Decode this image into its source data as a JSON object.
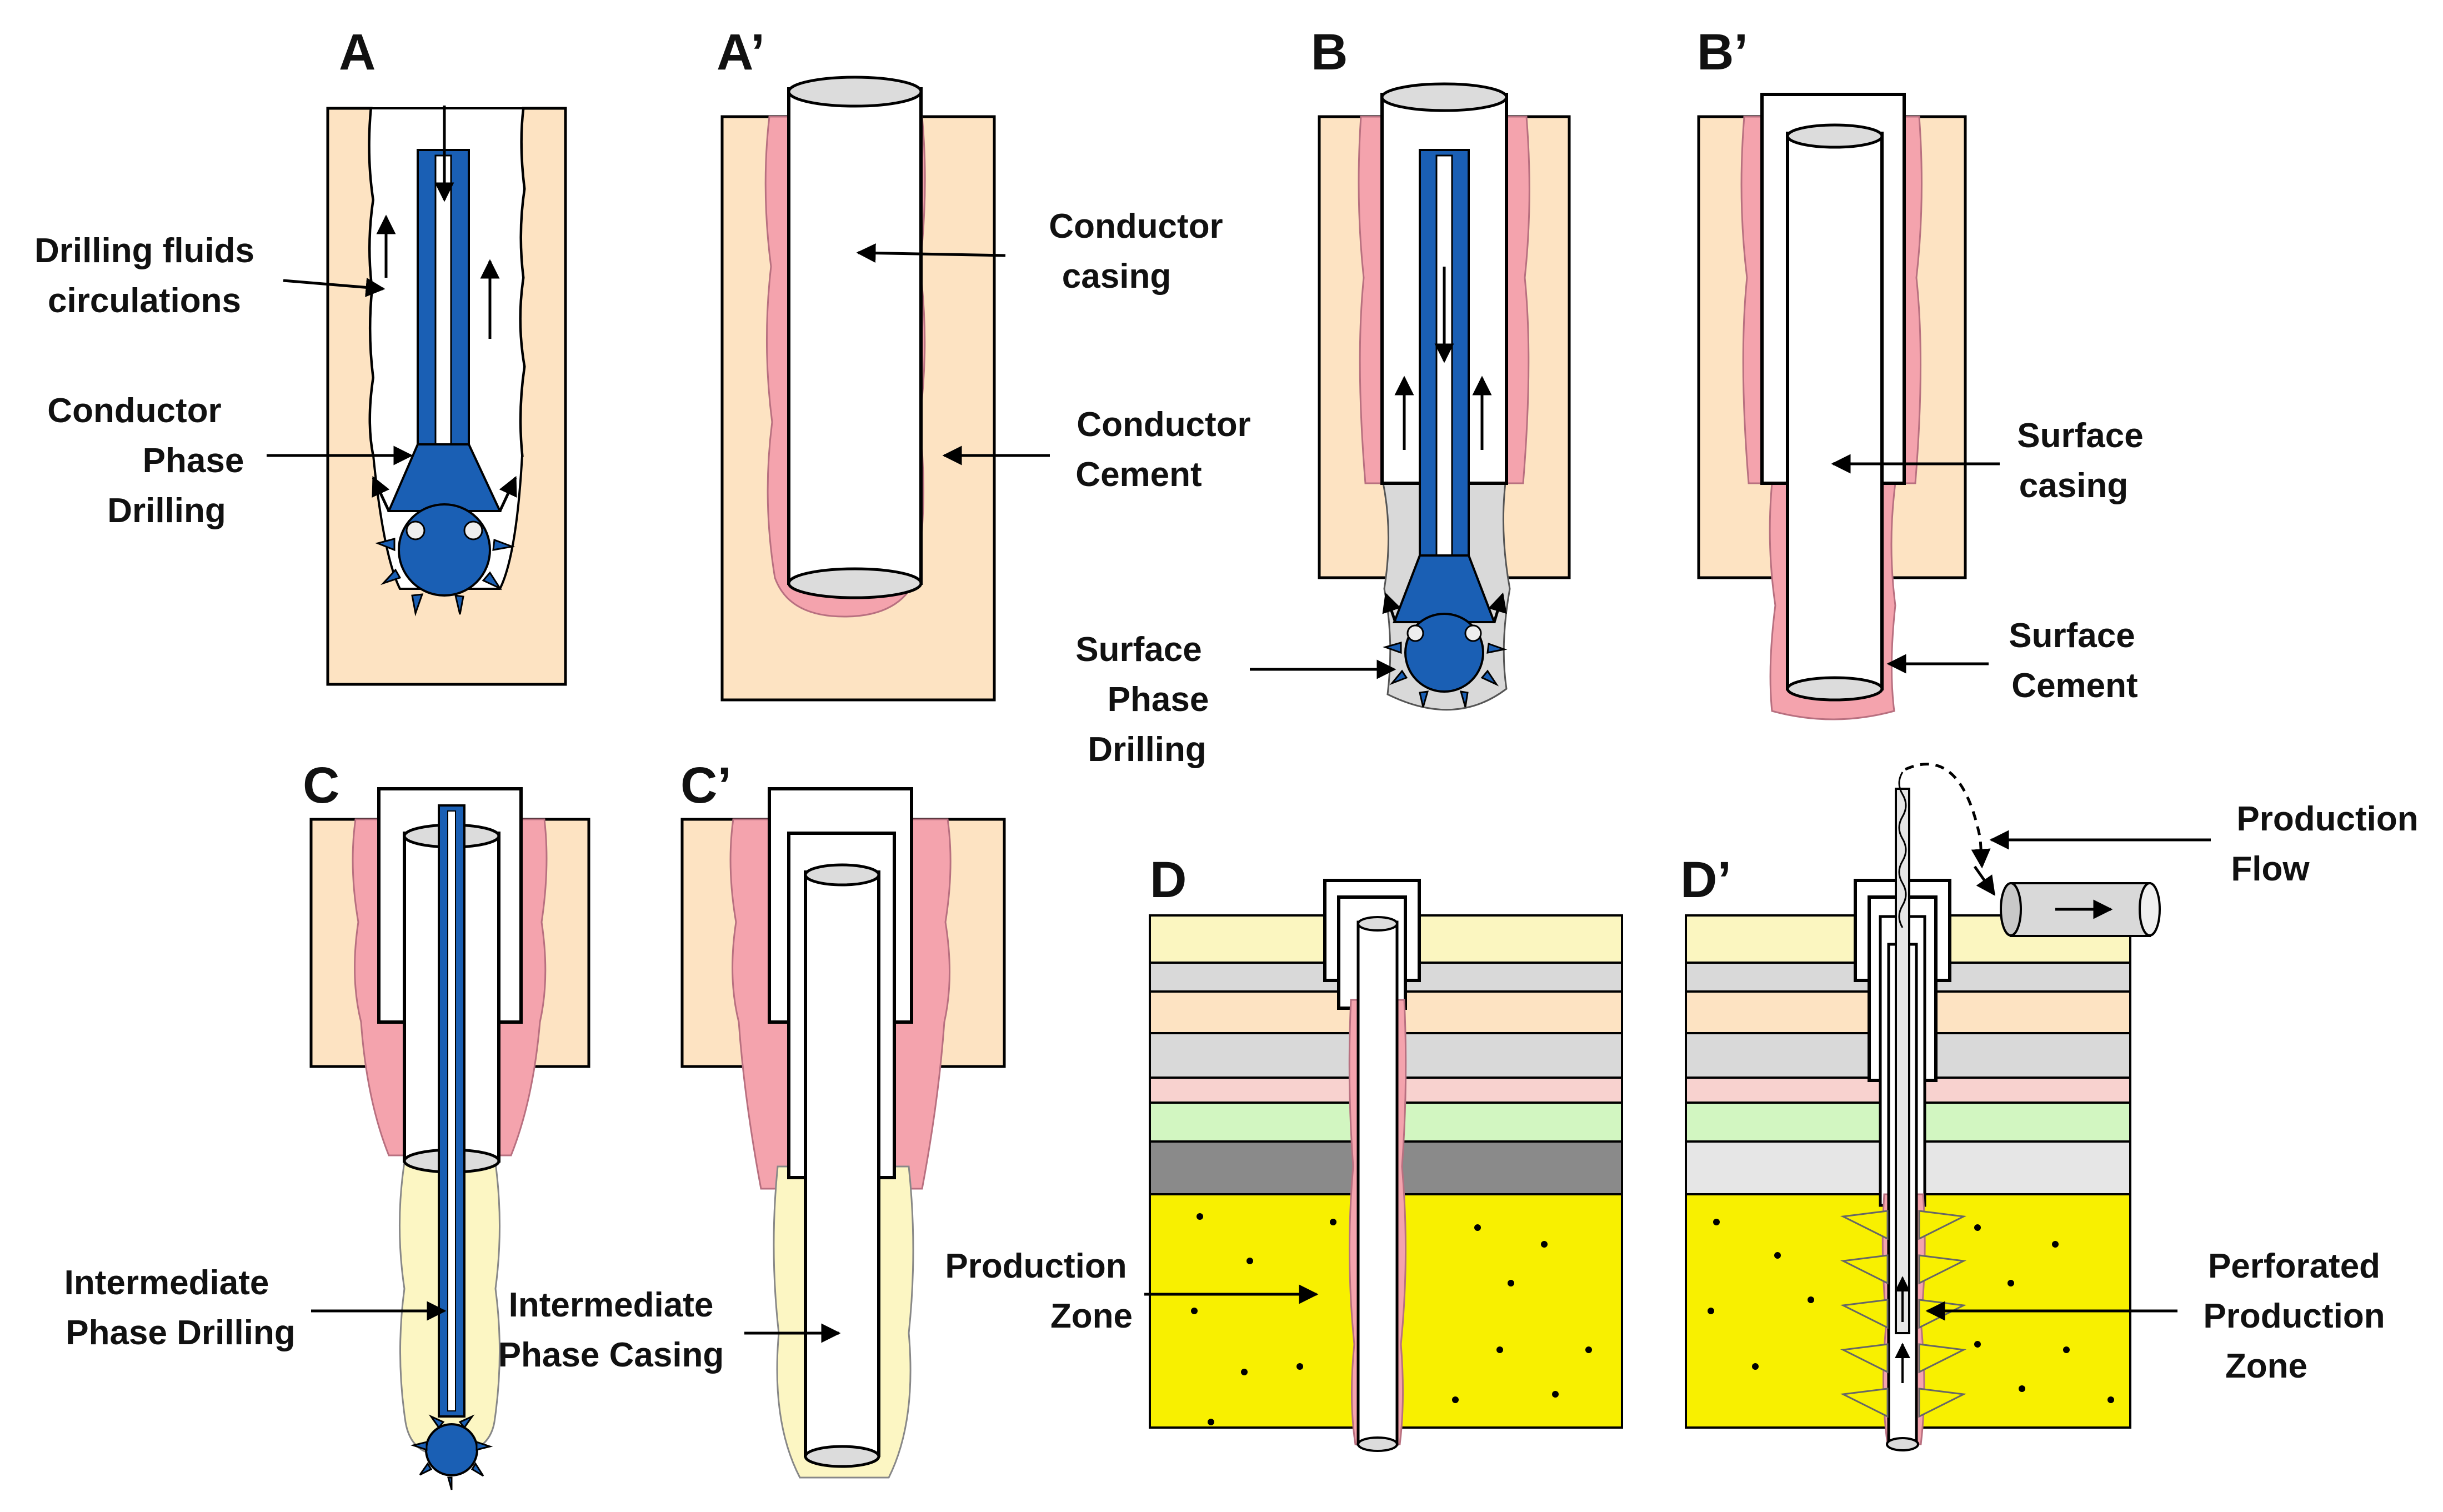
{
  "colors": {
    "rock": "#fde3c2",
    "cement": "#f4a3ad",
    "steel": "#ffffff",
    "pipe": "#1a5fb4",
    "cuttings": "#d9d9d9",
    "intermediate_cement": "#fcf6c3",
    "production_sand": "#f8f000",
    "layer_yellow": "#fbf6c0",
    "layer_grey": "#d9d9d9",
    "layer_pink": "#f8d2cf",
    "layer_green": "#d2f6c1",
    "layer_dark": "#8a8a8a",
    "outline": "#000000"
  },
  "panels": {
    "A": {
      "letter": "A",
      "labels": {
        "fluids_1": "Drilling fluids",
        "fluids_2": "circulations",
        "cond_1": "Conductor",
        "cond_2": "Phase",
        "cond_3": "Drilling"
      }
    },
    "A2": {
      "letter": "A’",
      "labels": {
        "casing_1": "Conductor",
        "casing_2": "casing",
        "cement_1": "Conductor",
        "cement_2": "Cement"
      }
    },
    "B": {
      "letter": "B",
      "labels": {
        "surf_1": "Surface",
        "surf_2": "Phase",
        "surf_3": "Drilling"
      }
    },
    "B2": {
      "letter": "B’",
      "labels": {
        "casing_1": "Surface",
        "casing_2": "casing",
        "cement_1": "Surface",
        "cement_2": "Cement"
      }
    },
    "C": {
      "letter": "C",
      "labels": {
        "inter_1": "Intermediate",
        "inter_2": "Phase Drilling"
      }
    },
    "C2": {
      "letter": "C’",
      "labels": {
        "inter_1": "Intermediate",
        "inter_2": "Phase Casing"
      }
    },
    "D": {
      "letter": "D",
      "labels": {
        "prod_1": "Production",
        "prod_2": "Zone"
      }
    },
    "D2": {
      "letter": "D’",
      "labels": {
        "flow_1": "Production",
        "flow_2": "Flow",
        "perf_1": "Perforated",
        "perf_2": "Production",
        "perf_3": "Zone"
      }
    }
  }
}
